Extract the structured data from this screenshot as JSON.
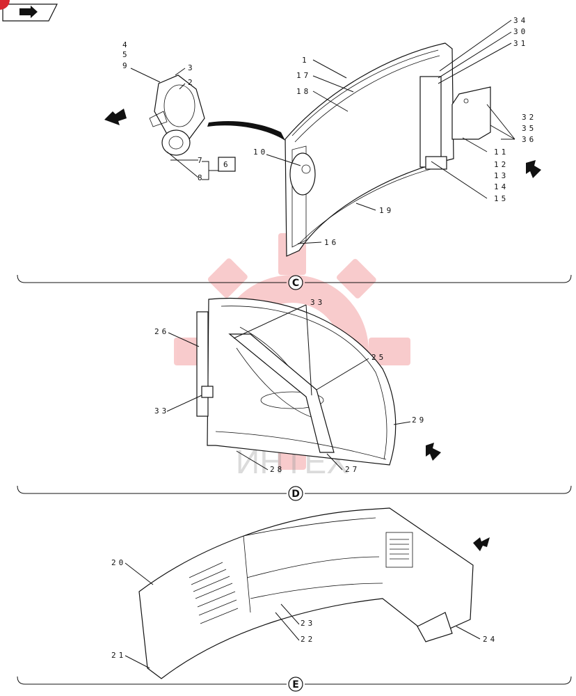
{
  "sections": [
    {
      "id": "C",
      "labels": [
        "4",
        "5",
        "9",
        "3",
        "2",
        "7",
        "8",
        "6",
        "10",
        "1",
        "17",
        "18",
        "34",
        "30",
        "31",
        "32",
        "35",
        "36",
        "11",
        "12",
        "13",
        "14",
        "15",
        "19",
        "16"
      ]
    },
    {
      "id": "D",
      "labels": [
        "33",
        "26",
        "25",
        "33",
        "29",
        "28",
        "27"
      ]
    },
    {
      "id": "E",
      "labels": [
        "20",
        "21",
        "23",
        "22",
        "24"
      ]
    }
  ],
  "callouts": {
    "c4": "4",
    "c5": "5",
    "c9": "9",
    "c3": "3",
    "c2": "2",
    "c7": "7",
    "c8": "8",
    "c6": "6",
    "c10": "10",
    "c1": "1",
    "c17": "17",
    "c18": "18",
    "c34": "34",
    "c30": "30",
    "c31": "31",
    "c32": "32",
    "c35": "35",
    "c36": "36",
    "c11": "11",
    "c12": "12",
    "c13": "13",
    "c14": "14",
    "c15": "15",
    "c19": "19",
    "c16": "16",
    "d33a": "33",
    "d26": "26",
    "d25": "25",
    "d33b": "33",
    "d29": "29",
    "d28": "28",
    "d27": "27",
    "e20": "20",
    "e21": "21",
    "e23": "23",
    "e22": "22",
    "e24": "24"
  },
  "section_labels": {
    "c": "C",
    "d": "D",
    "e": "E"
  },
  "watermark_text": "ИНТЕХ",
  "colors": {
    "watermark": "#e8474c",
    "badge": "#d8262f"
  },
  "icons": {
    "top_left": "page-nav-icon",
    "arrows": "direction-arrow-icon"
  }
}
